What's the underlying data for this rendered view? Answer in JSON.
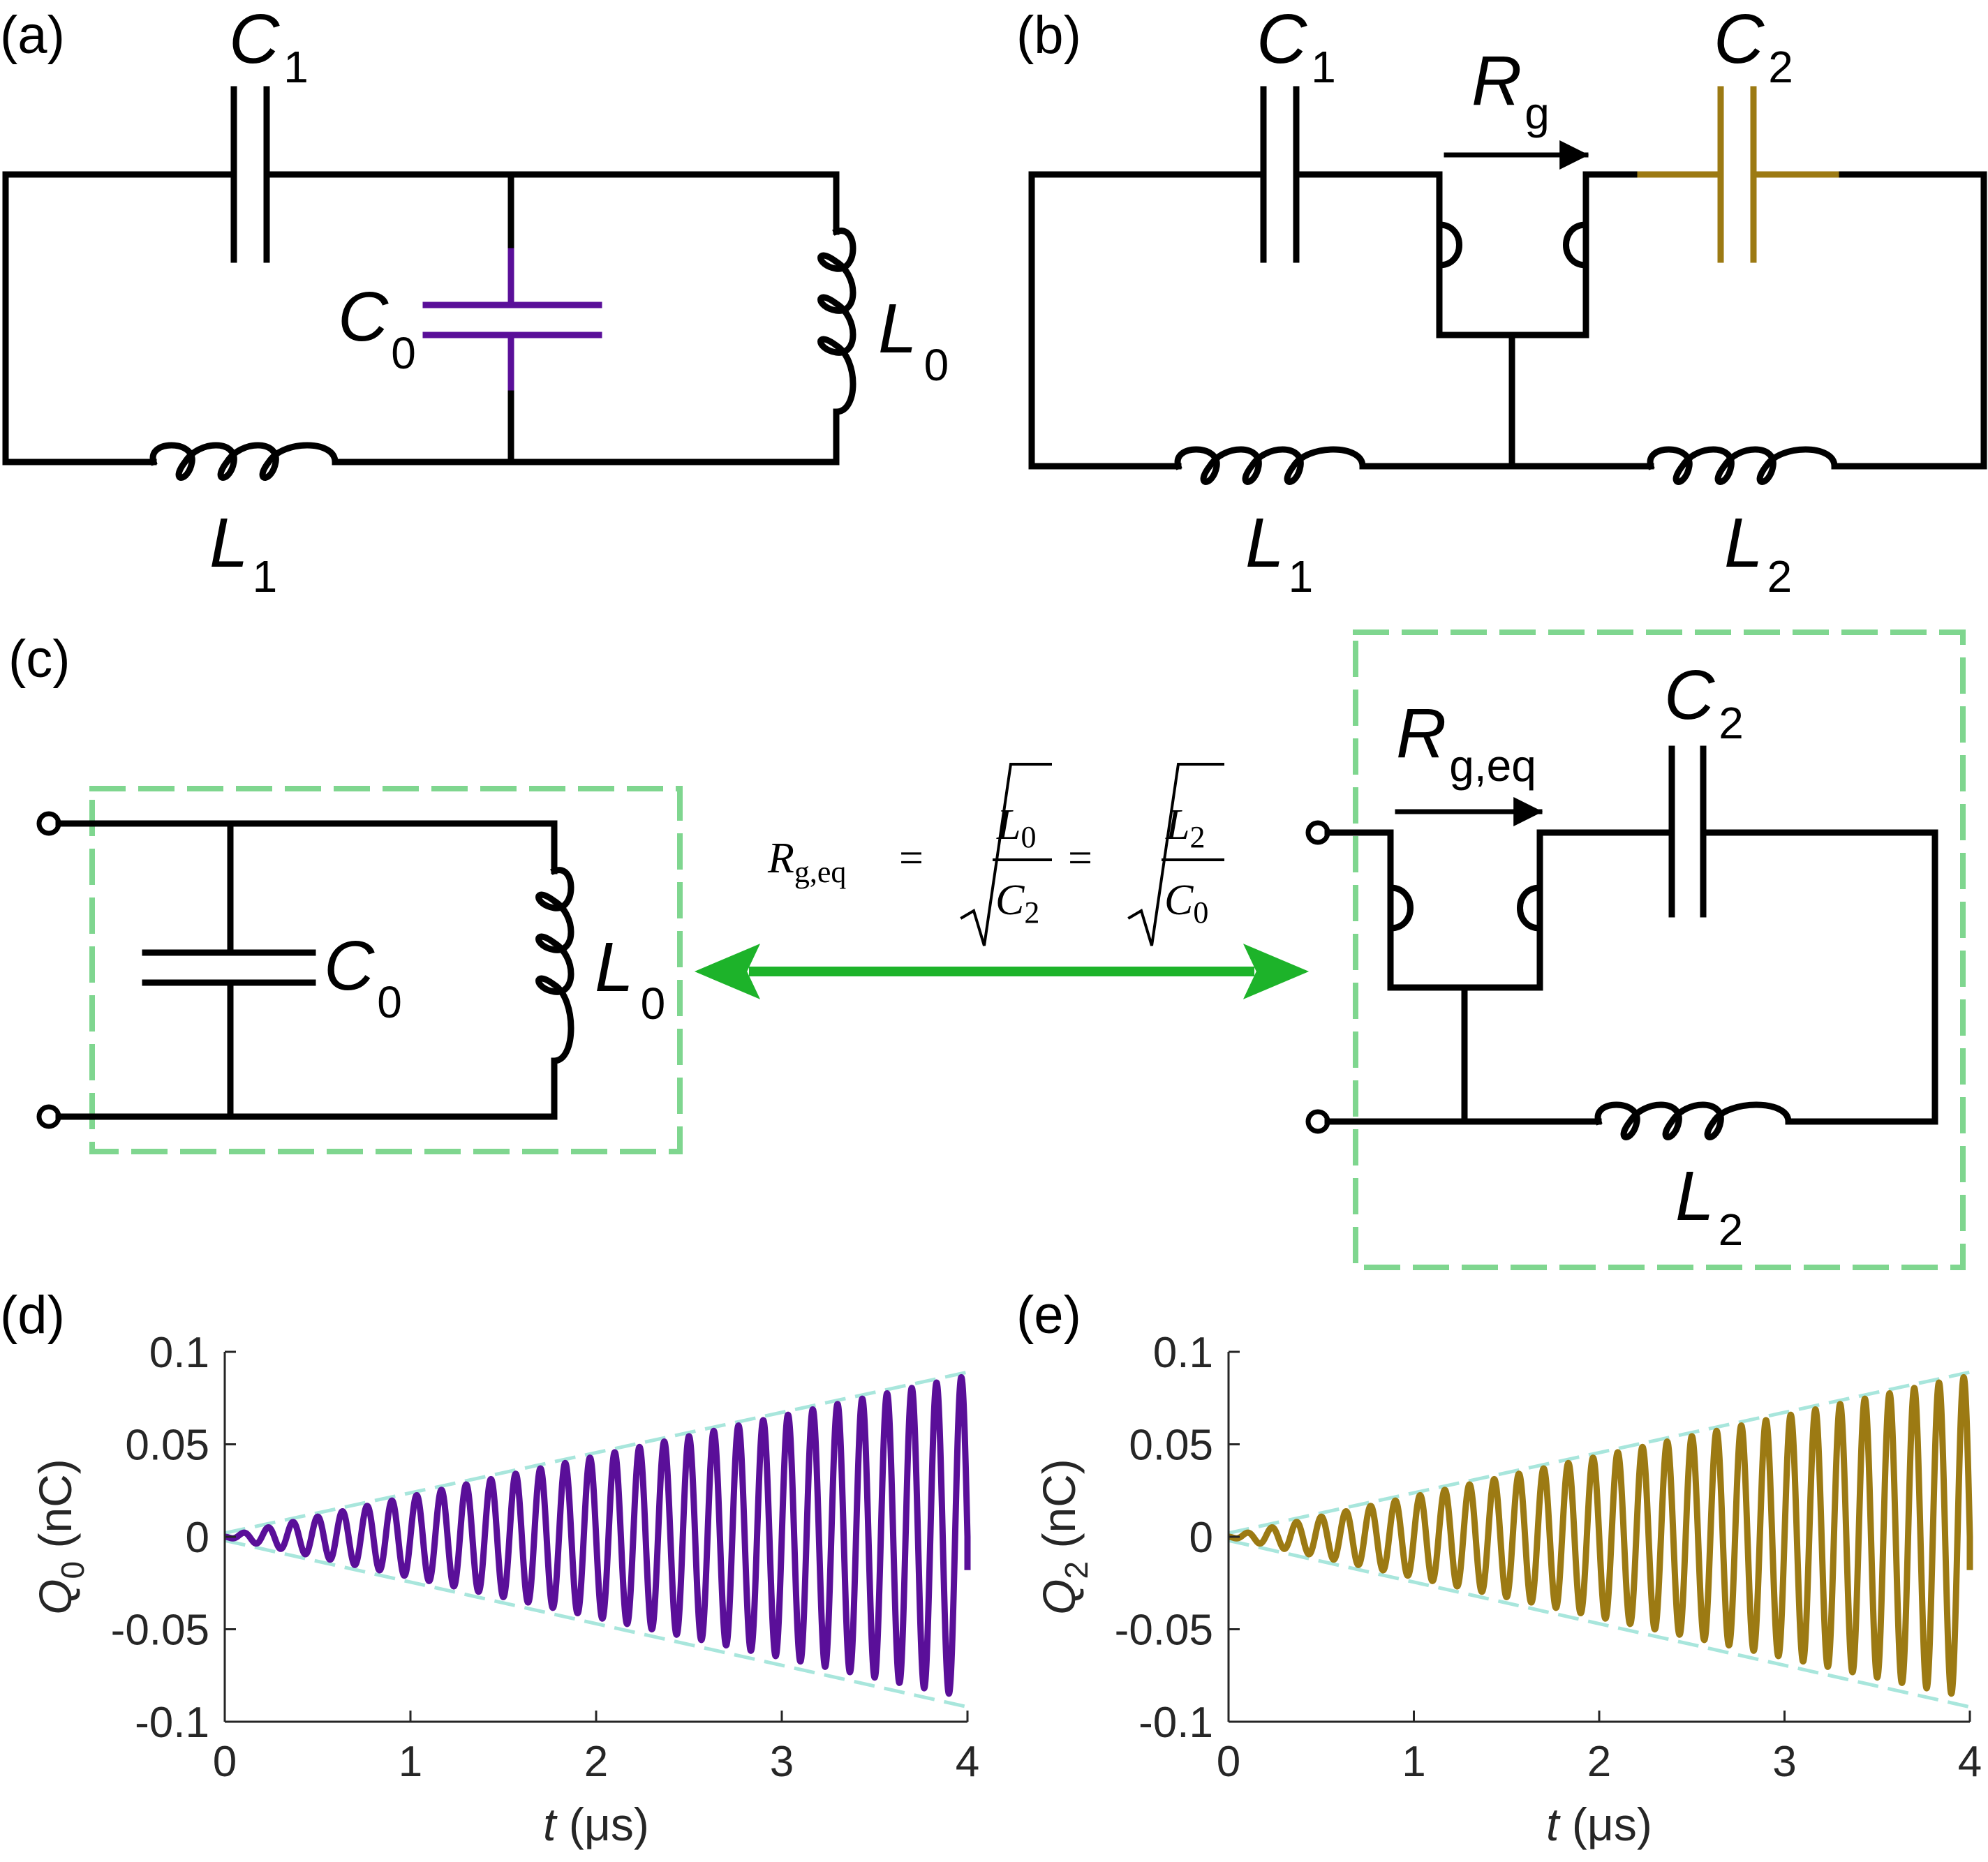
{
  "panels": {
    "a": "(a)",
    "b": "(b)",
    "c": "(c)",
    "d": "(d)",
    "e": "(e)"
  },
  "symbols": {
    "C": "C",
    "L": "L",
    "R": "R",
    "sub_0": "0",
    "sub_1": "1",
    "sub_2": "2",
    "sub_g": "g",
    "sub_geq": "g,eq"
  },
  "equation": {
    "lhs": "R",
    "lhs_sub": "g,eq",
    "eq1": "=",
    "eq2": "=",
    "frac1_num": "L",
    "frac1_num_sub": "0",
    "frac1_den": "C",
    "frac1_den_sub": "2",
    "frac2_num": "L",
    "frac2_num_sub": "2",
    "frac2_den": "C",
    "frac2_den_sub": "0"
  },
  "colors": {
    "c0_accent": "#5a0f99",
    "c2_accent": "#9c7a13",
    "equivalence_arrow": "#1db32a",
    "dashed_box": "#7fd68f",
    "envelope": "#a8e6dc",
    "wire": "#000000"
  },
  "chart_data": [
    {
      "type": "line",
      "panel": "(d)",
      "title": "",
      "xlabel_var": "t",
      "xlabel_unit": " (μs)",
      "ylabel_var": "Q",
      "ylabel_sub": "0",
      "ylabel_unit": " (nC)",
      "xlim": [
        0,
        4
      ],
      "ylim": [
        -0.1,
        0.1
      ],
      "xticks": [
        "0",
        "1",
        "2",
        "3",
        "4"
      ],
      "yticks": [
        "0.1",
        "0.05",
        "0",
        "-0.05",
        "-0.1"
      ],
      "grid": false,
      "series": [
        {
          "kind": "oscillation",
          "color": "#5a0f99",
          "cycles": 30,
          "t_start": 0,
          "t_end": 4,
          "amplitude_at_end_nC": 0.087,
          "final_value_nC": -0.018
        },
        {
          "kind": "envelope",
          "style": "dashed",
          "color": "#a8e6dc",
          "x": [
            0,
            4
          ],
          "upper": [
            0.002,
            0.089
          ],
          "lower": [
            -0.002,
            -0.092
          ]
        }
      ]
    },
    {
      "type": "line",
      "panel": "(e)",
      "title": "",
      "xlabel_var": "t",
      "xlabel_unit": " (μs)",
      "ylabel_var": "Q",
      "ylabel_sub": "2",
      "ylabel_unit": " (nC)",
      "xlim": [
        0,
        4
      ],
      "ylim": [
        -0.1,
        0.1
      ],
      "xticks": [
        "0",
        "1",
        "2",
        "3",
        "4"
      ],
      "yticks": [
        "0.1",
        "0.05",
        "0",
        "-0.05",
        "-0.1"
      ],
      "grid": false,
      "series": [
        {
          "kind": "oscillation",
          "color": "#9c7a13",
          "cycles": 30,
          "t_start": 0,
          "t_end": 4,
          "amplitude_at_end_nC": 0.087,
          "final_value_nC": -0.018
        },
        {
          "kind": "envelope",
          "style": "dashed",
          "color": "#a8e6dc",
          "x": [
            0,
            4
          ],
          "upper": [
            0.002,
            0.089
          ],
          "lower": [
            -0.002,
            -0.092
          ]
        }
      ]
    }
  ]
}
